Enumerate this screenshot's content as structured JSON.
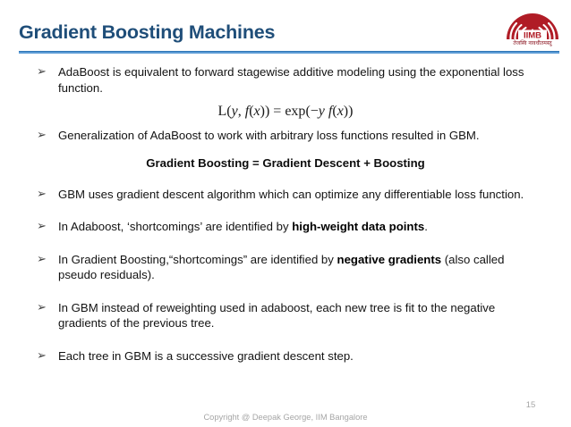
{
  "slide": {
    "title": "Gradient Boosting Machines",
    "page_number": "15",
    "footer": "Copyright @ Deepak George, IIM Bangalore",
    "bullet_glyph": "➢",
    "colors": {
      "title": "#1F4E79",
      "rule": "#5B9BD5",
      "logo_red": "#B01C26",
      "footer_gray": "#A6A6A6",
      "body_text": "#131313"
    }
  },
  "logo": {
    "name": "IIMB",
    "acronym": "IIMB",
    "motto": "तेजस्वि नावधीतमस्तु"
  },
  "formula": {
    "latex_plain": "L(y, f(x)) = exp(−y f(x))",
    "lhs_open": "L(",
    "var_y": "y",
    "comma": ", ",
    "fn_f": "f",
    "paren_open": "(",
    "var_x": "x",
    "paren_close_two": "))",
    "equals": " = ",
    "exp": "exp",
    "exp_open": "(−",
    "exp_y": "y",
    "exp_f": "f",
    "exp_x": "x",
    "exp_close": "))"
  },
  "tagline": "Gradient Boosting = Gradient Descent + Boosting",
  "bullets": [
    {
      "id": "adaboost-equivalence",
      "parts": [
        {
          "text": "AdaBoost is equivalent to forward stagewise additive modeling using the exponential loss function.",
          "bold": false
        }
      ]
    },
    {
      "id": "generalization-gbm",
      "parts": [
        {
          "text": "Generalization of AdaBoost to work with arbitrary loss functions resulted in GBM.",
          "bold": false
        }
      ]
    },
    {
      "id": "gbm-gradient-descent",
      "parts": [
        {
          "text": "GBM uses gradient descent algorithm which can optimize any differentiable loss function.",
          "bold": false
        }
      ]
    },
    {
      "id": "adaboost-shortcomings",
      "parts": [
        {
          "text": "In Adaboost, ‘shortcomings’ are identified by ",
          "bold": false
        },
        {
          "text": "high-weight data points",
          "bold": true
        },
        {
          "text": ".",
          "bold": false
        }
      ]
    },
    {
      "id": "gradient-boosting-shortcomings",
      "parts": [
        {
          "text": "In Gradient Boosting,“shortcomings” are identified by ",
          "bold": false
        },
        {
          "text": "negative gradients",
          "bold": true
        },
        {
          "text": " (also called pseudo residuals).",
          "bold": false
        }
      ]
    },
    {
      "id": "gbm-reweighting",
      "parts": [
        {
          "text": "In GBM instead of reweighting used in adaboost, each new tree is fit to the negative gradients of the previous tree.",
          "bold": false
        }
      ]
    },
    {
      "id": "successive-step",
      "parts": [
        {
          "text": "Each tree in GBM is a successive gradient descent step.",
          "bold": false
        }
      ]
    }
  ]
}
